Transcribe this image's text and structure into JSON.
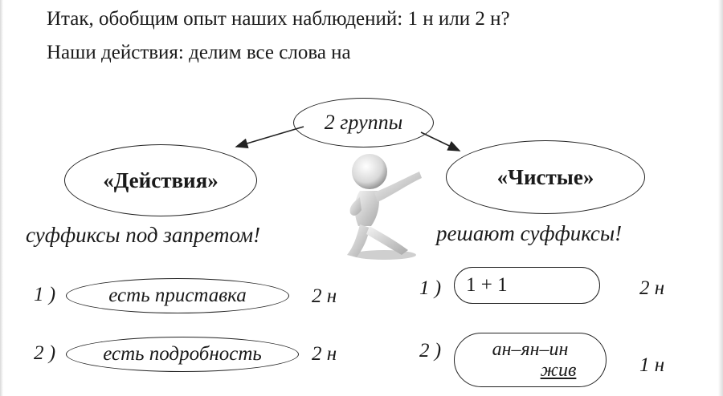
{
  "header": {
    "line1": "Итак, обобщим опыт наших наблюдений: 1 н или 2 н?",
    "line2": "Наши действия: делим все слова на"
  },
  "center": {
    "label": "2 группы"
  },
  "left_group": {
    "title": "«Действия»",
    "rule": "суффиксы под запретом!",
    "items": [
      {
        "num": "1 )",
        "text": "есть приставка",
        "result": "2 н"
      },
      {
        "num": "2 )",
        "text": "есть подробность",
        "result": "2 н"
      }
    ]
  },
  "right_group": {
    "title": "«Чистые»",
    "rule": "решают суффиксы!",
    "items": [
      {
        "num": "1 )",
        "text": "1 + 1",
        "result": "2 н"
      },
      {
        "num": "2 )",
        "text": "ан–ян–ин",
        "sub": "жив",
        "result": "1 н"
      }
    ]
  },
  "icons": {
    "figure": "pointing-figure-icon"
  },
  "colors": {
    "ink": "#1a1a1a",
    "background": "#ffffff"
  }
}
